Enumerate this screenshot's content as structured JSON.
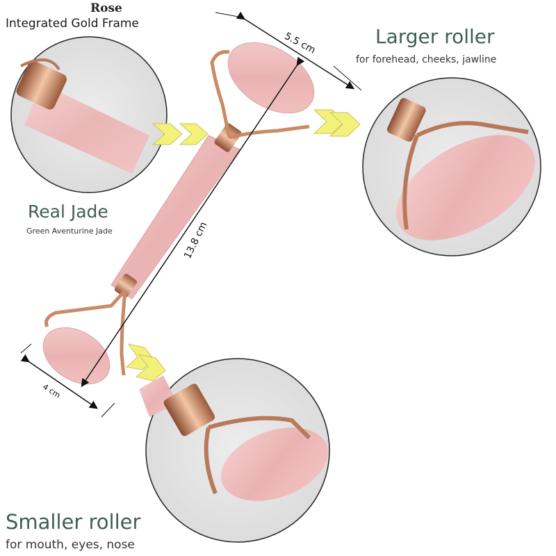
{
  "labels": {
    "rose": "Rose",
    "frame": "Integrated Gold  Frame",
    "larger_title": "Larger roller",
    "larger_sub": "for  forehead, cheeks, jawline",
    "jade_title": "Real Jade",
    "jade_sub": "Green Aventurine Jade",
    "smaller_title": "Smaller roller",
    "smaller_sub": "for mouth, eyes, nose"
  },
  "dimensions": {
    "large_roller": "5.5 cm",
    "handle": "13.8 cm",
    "small_roller": "4 cm"
  },
  "colors": {
    "jade_pink": "#f2bdbd",
    "gold": "#c98a66",
    "arrow_yellow": "#f4f17a",
    "label_green": "#3f5f52"
  }
}
